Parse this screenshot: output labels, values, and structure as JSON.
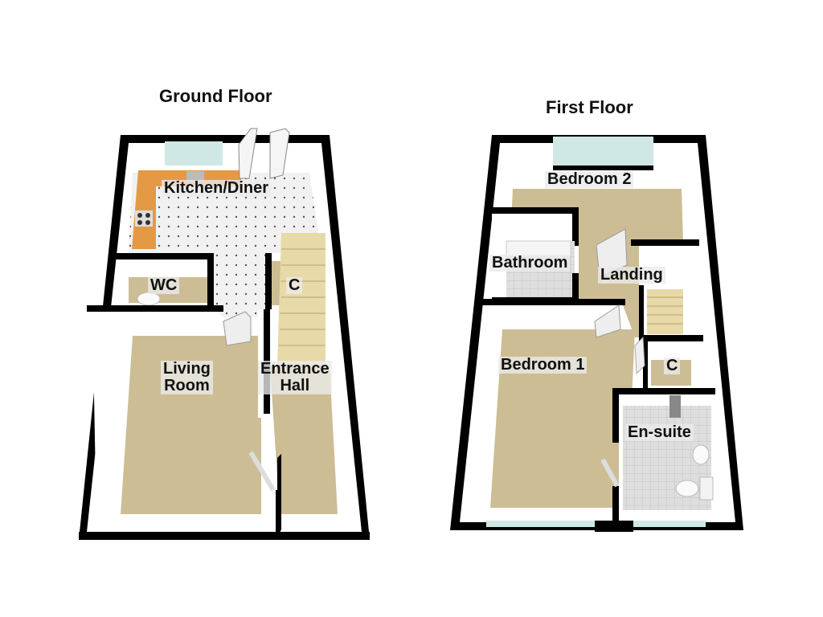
{
  "floors": [
    {
      "title": "Ground Floor",
      "rooms": [
        {
          "name": "Kitchen/Diner"
        },
        {
          "name": "WC"
        },
        {
          "name": "C"
        },
        {
          "name": "Living Room",
          "line1": "Living",
          "line2": "Room"
        },
        {
          "name": "Entrance Hall",
          "line1": "Entrance",
          "line2": "Hall"
        }
      ]
    },
    {
      "title": "First Floor",
      "rooms": [
        {
          "name": "Bedroom 2"
        },
        {
          "name": "Bathroom"
        },
        {
          "name": "Landing"
        },
        {
          "name": "Bedroom 1"
        },
        {
          "name": "C"
        },
        {
          "name": "En-suite"
        }
      ]
    }
  ],
  "colors": {
    "wall": "#000000",
    "inner_wall": "#ffffff",
    "carpet": "#cdbd94",
    "kitchen_floor": "#eeeeee",
    "worktop": "#e49a45",
    "tile": "#dcdcdc",
    "window": "#cfe8e4",
    "stairs": "#e8d9a8"
  }
}
